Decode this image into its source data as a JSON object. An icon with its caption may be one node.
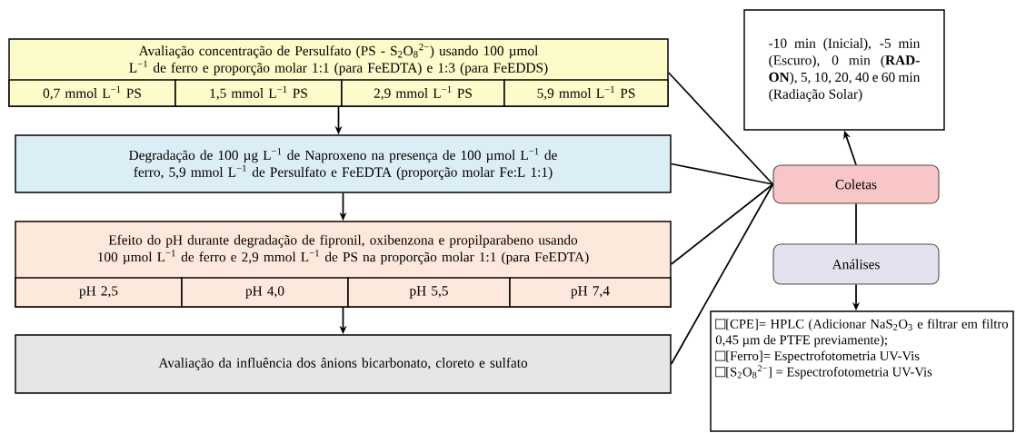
{
  "diagram": {
    "nodes": [
      {
        "text": [
          "Avaliação concentração de Persulfato (PS - S$_{2}$O$_{8}$$^{2−}$) usando 100 µmol L$^{−1}$ de ferro e proporção molar 1:1 (para FeEDTA) e 1:3 (para FeEDDS)"
        ]
      },
      {
        "text": [
          "0,7 mmol L$^{−1}$ PS"
        ],
        "in": 0
      },
      {
        "text": [
          "1,5 mmol L$^{−1}$ PS"
        ],
        "in": 0
      },
      {
        "text": [
          "2,9 mmol L$^{−1}$ PS"
        ],
        "in": 0
      },
      {
        "text": [
          "5,9 mmol L$^{−1}$ PS"
        ],
        "in": 0
      },
      {
        "text": [
          "Degradação de 100 µg L$^{−1}$ de Naproxeno na presença de 100 µmol L$^{−1}$ de ferro, 5,9 mmol L$^{−1}$ de Persulfato e FeEDTA (proporção molar Fe:L 1:1)"
        ]
      },
      {
        "text": [
          "Efeito do pH durante degradação de fipronil, oxibenzona e propilparabeno usando 100 µmol L$^{−1}$ de ferro e 2,9 mmol L$^{−1}$ de PS na proporção molar 1:1 (para FeEDTA)"
        ]
      },
      {
        "text": [
          "pH 2,5"
        ],
        "in": 6
      },
      {
        "text": [
          "pH 4,0"
        ],
        "in": 6
      },
      {
        "text": [
          "pH 5,5"
        ],
        "in": 6
      },
      {
        "text": [
          "pH 7,4"
        ],
        "in": 6
      },
      {
        "text": [
          "Avaliação da influência dos ânions bicarbonato, cloreto e sulfato"
        ]
      },
      {
        "text": [
          "-10 min (Inicial), -5 min (Escuro), 0 min (**RAD-ON**), 5, 10, 20, 40 e 60 min (Radiação Solar)"
        ]
      },
      {
        "text": [
          "Coletas"
        ]
      },
      {
        "text": [
          "Análises"
        ]
      },
      {
        "text": [
          "[CPE]= HPLC (Adicionar NaS$_{2}$O$_{3}$ e filtrar em filtro 0,45 µm de PTFE previamente);",
          "[Ferro]= Espectrofotometria UV-Vis",
          "[S$_{2}$O$_{8}$$^{2−}$] = Espectrofotometria UV-Vis"
        ]
      }
    ],
    "edges": [
      {
        "from": 0,
        "to": 5,
        "arrow": "to"
      },
      {
        "from": 5,
        "to": 6,
        "arrow": "to"
      },
      {
        "from": 6,
        "to": 11,
        "arrow": "to"
      },
      {
        "from": 13,
        "to": 12,
        "arrow": "to"
      },
      {
        "from": 13,
        "to": 14,
        "arrow": "none"
      },
      {
        "from": 14,
        "to": 15,
        "arrow": "to"
      },
      {
        "from": 13,
        "to": 0,
        "arrow": "none"
      },
      {
        "from": 13,
        "to": 5,
        "arrow": "none"
      },
      {
        "from": 13,
        "to": 6,
        "arrow": "none"
      },
      {
        "from": 13,
        "to": 11,
        "arrow": "none"
      }
    ]
  }
}
